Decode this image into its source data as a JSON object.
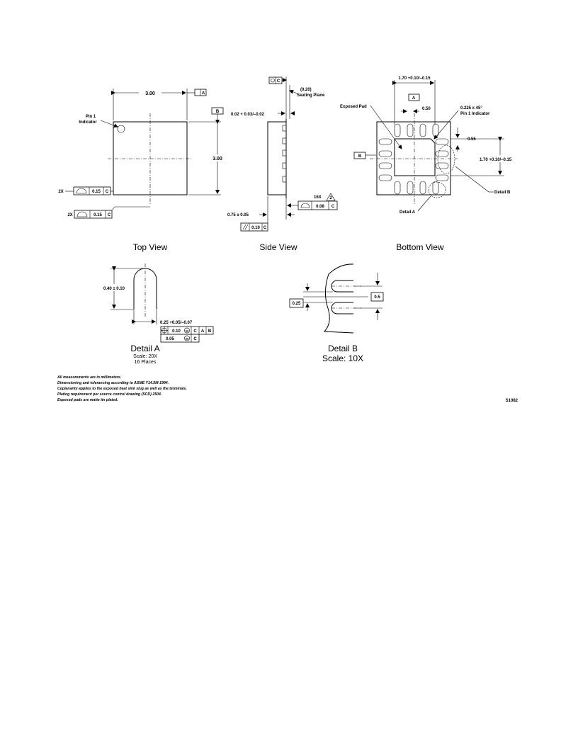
{
  "views": {
    "top": {
      "title": "Top View",
      "width_dim": "3.00",
      "height_dim": "3.00",
      "pin1_label_line1": "Pin 1",
      "pin1_label_line2": "Indicator",
      "datum_a": "A",
      "datum_b": "B",
      "fcf1": {
        "count": "2X",
        "value": "0.15",
        "datum": "C"
      },
      "fcf2": {
        "count": "2X",
        "value": "0.15",
        "datum": "C"
      }
    },
    "side": {
      "title": "Side View",
      "seating_plane_1": "(0.20)",
      "seating_plane_2": "Seating Plane",
      "standoff_dim": "0.02 + 0.03/–0.02",
      "height_dim": "0.75 ± 0.05",
      "lead_count": "16X",
      "note_ref": "2",
      "profile_value": "0.08",
      "profile_datum": "C",
      "parallel_value": "0.10",
      "parallel_datum": "C",
      "datum_c": "C"
    },
    "bottom": {
      "title": "Bottom View",
      "pad_width_dim": "1.70 +0.10/–0.15",
      "pad_height_dim": "1.70 +0.10/–0.15",
      "exposed_pad_label": "Exposed Pad",
      "pitch_dim": "0.50",
      "chamfer_line1": "0.225 x 45°",
      "chamfer_line2": "Pin 1 Indicator",
      "offset_dim": "0.55",
      "detail_b_callout": "Detail B",
      "detail_a_callout": "Detail A",
      "datum_a": "A",
      "datum_b": "B"
    }
  },
  "details": {
    "a": {
      "title": "Detail A",
      "scale": "Scale: 20X",
      "count": "16 Places",
      "length_dim": "0.40 ± 0.10",
      "width_dim": "0.25 +0.05/–0.07",
      "fcf_row1": [
        "0.10",
        "M",
        "C",
        "A",
        "B"
      ],
      "fcf_row2": [
        "0.05",
        "M",
        "C"
      ]
    },
    "b": {
      "title": "Detail B",
      "scale": "Scale: 10X",
      "left_dim": "0.25",
      "right_dim": "0.5"
    }
  },
  "notes": [
    "All measurements are in millimeters.",
    "Dimensioning and tolerancing according to ASME Y14.5M-1994.",
    "Coplanarity applies to the exposed heat sink slug as well as the terminals.",
    "Plating requirement per source control drawing (SCD) 2504.",
    "Exposed pads are matte tin plated."
  ],
  "drawing_number": "S1082"
}
